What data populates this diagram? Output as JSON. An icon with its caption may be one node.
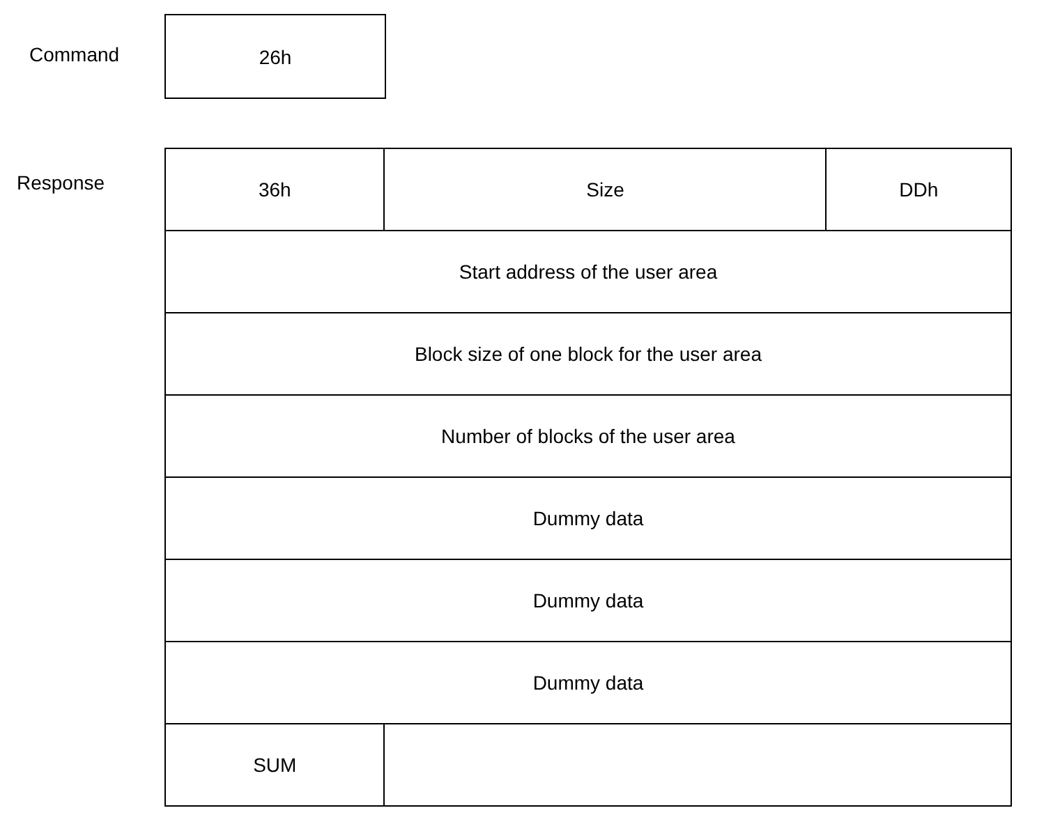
{
  "diagram": {
    "labels": [
      "Command",
      "26h",
      "Response",
      "36h",
      "Size",
      "DDh",
      "Start address of the user area",
      "Block size of one block for the user area",
      "Number of blocks of the user area",
      "Dummy data",
      "Dummy data",
      "Dummy data",
      "SUM"
    ]
  }
}
